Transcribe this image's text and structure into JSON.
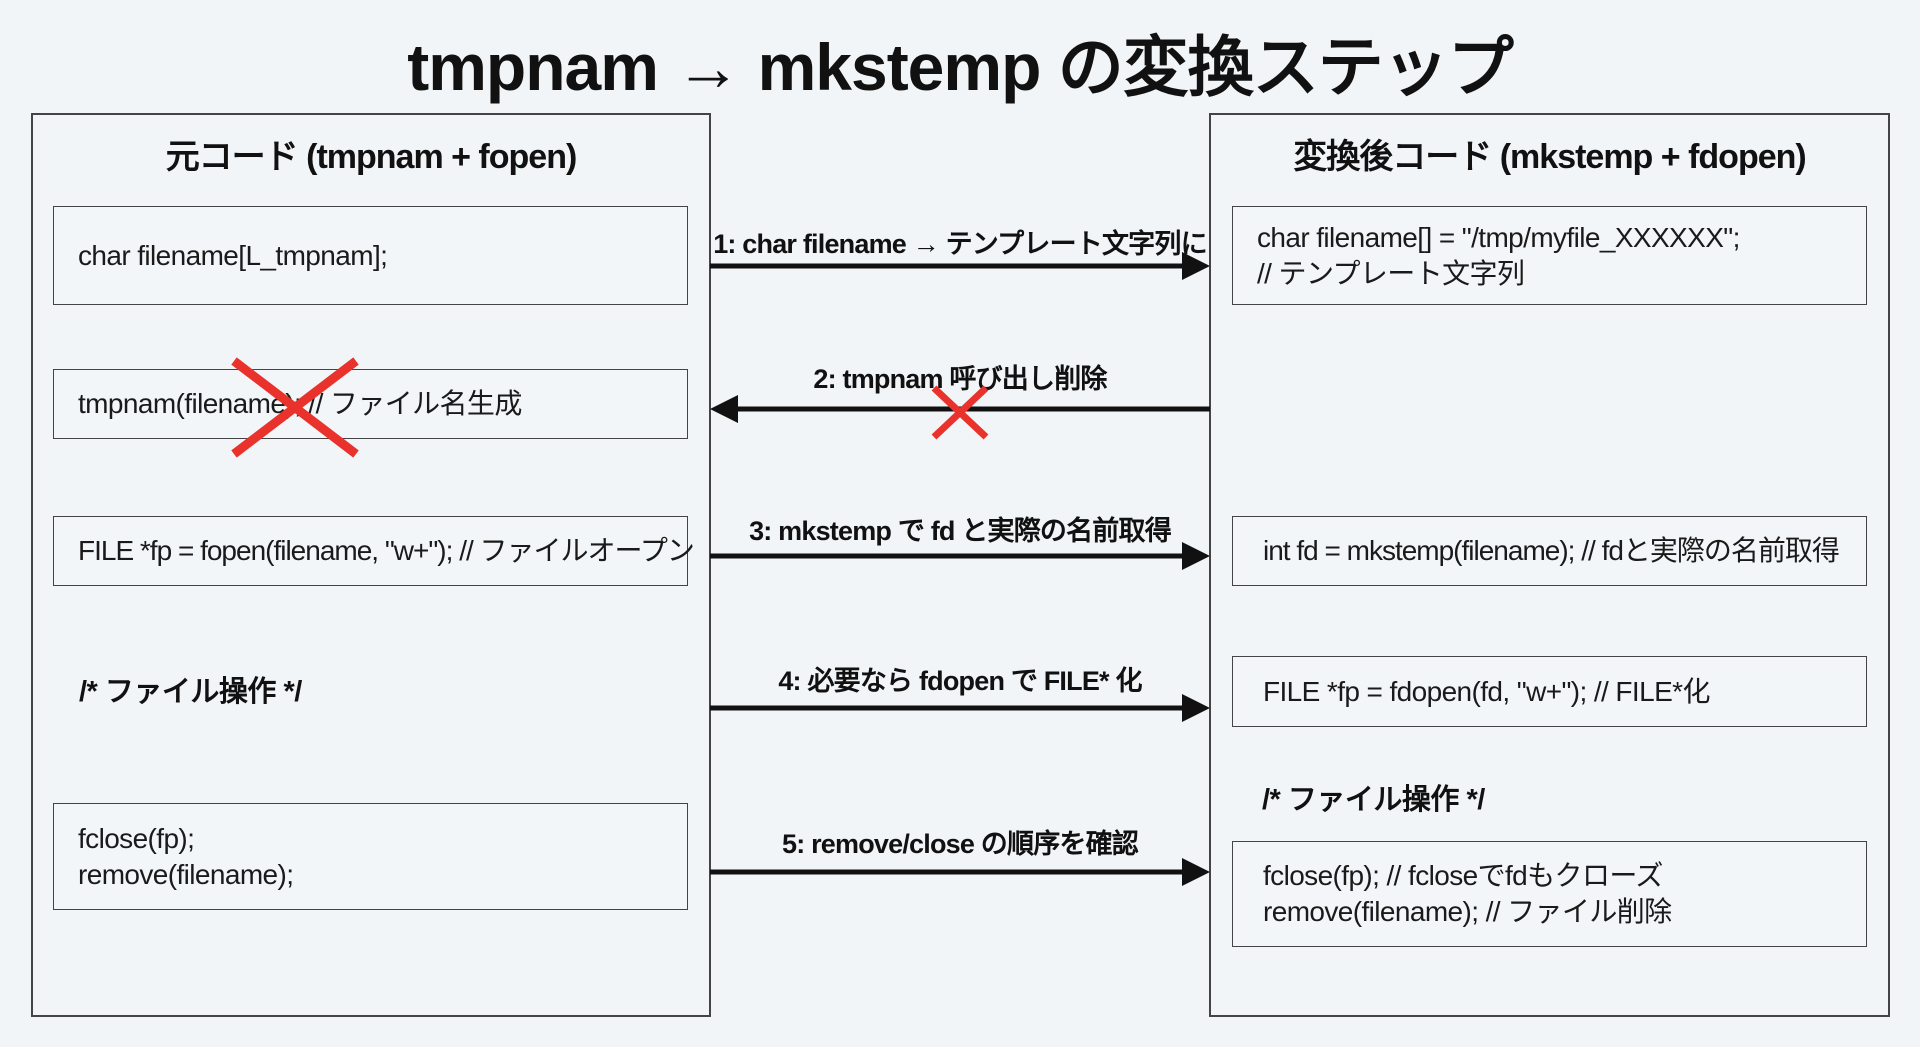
{
  "title": "tmpnam → mkstemp の変換ステップ",
  "left_panel": {
    "heading": "元コード (tmpnam + fopen)",
    "boxes": [
      {
        "lines": [
          "char filename[L_tmpnam];"
        ]
      },
      {
        "lines": [
          "tmpnam(filename); // ファイル名生成"
        ],
        "crossed_out": true
      },
      {
        "lines": [
          "FILE *fp = fopen(filename, \"w+\"); // ファイルオープン"
        ]
      },
      {
        "lines": [
          "fclose(fp);",
          "remove(filename);"
        ]
      }
    ],
    "comment": "/* ファイル操作 */"
  },
  "right_panel": {
    "heading": "変換後コード (mkstemp + fdopen)",
    "boxes": [
      {
        "lines": [
          "char filename[] = \"/tmp/myfile_XXXXXX\";",
          "// テンプレート文字列"
        ]
      },
      {
        "lines": [
          "int fd = mkstemp(filename); // fdと実際の名前取得"
        ]
      },
      {
        "lines": [
          "FILE *fp = fdopen(fd, \"w+\"); // FILE*化"
        ]
      },
      {
        "lines": [
          "fclose(fp); // fcloseでfdもクローズ",
          "remove(filename); // ファイル削除"
        ]
      }
    ],
    "comment": "/* ファイル操作 */"
  },
  "steps": [
    {
      "label": "1: char filename → テンプレート文字列に",
      "direction": "right"
    },
    {
      "label": "2: tmpnam 呼び出し削除",
      "direction": "left",
      "crossed_out": true
    },
    {
      "label": "3: mkstemp で fd と実際の名前取得",
      "direction": "right"
    },
    {
      "label": "4: 必要なら fdopen で FILE* 化",
      "direction": "right"
    },
    {
      "label": "5: remove/close の順序を確認",
      "direction": "right"
    }
  ],
  "colors": {
    "background": "#f1f5f7",
    "cross": "#e8322b",
    "ink": "#111111"
  }
}
